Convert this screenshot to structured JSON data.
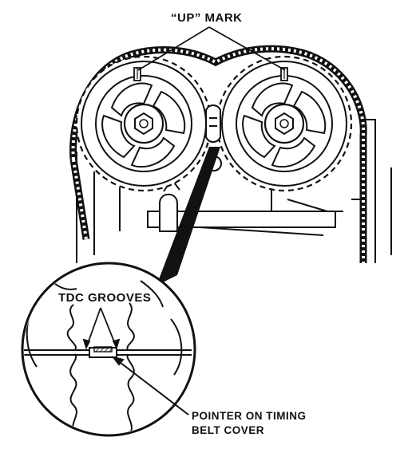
{
  "labels": {
    "up_mark": "“UP” MARK",
    "tdc_grooves": "TDC GROOVES",
    "pointer_line1": "POINTER ON TIMING",
    "pointer_line2": "BELT COVER"
  },
  "colors": {
    "ink": "#111111",
    "paper": "#ffffff"
  }
}
